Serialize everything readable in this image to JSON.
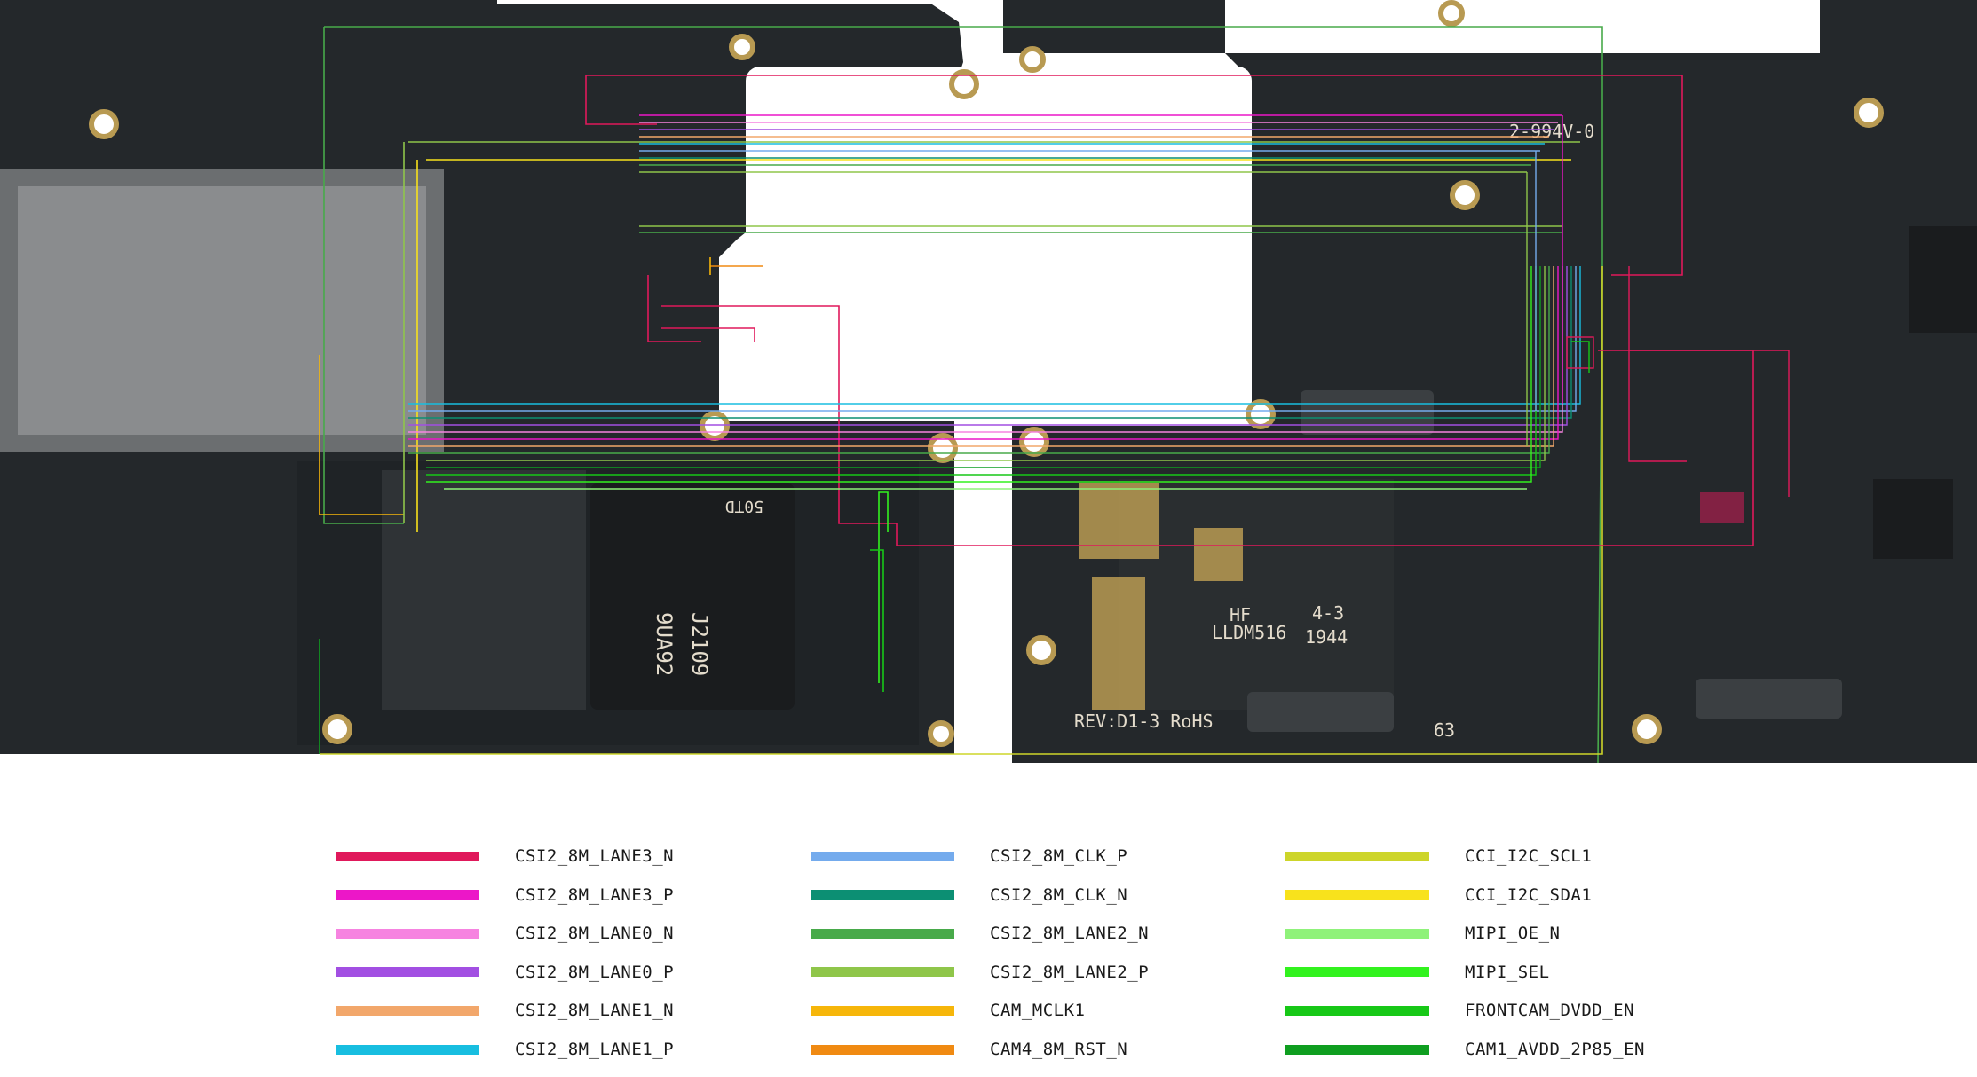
{
  "board": {
    "silkscreen": {
      "model": "LLDM516",
      "date": "1944",
      "rev": "REV:D1-3 RoHS",
      "code1": "HF",
      "code2": "4-3",
      "pcb_id": "2-994V-0",
      "page_num": "63",
      "chip_marking_1": "9UA92",
      "chip_marking_2": "J2109",
      "chip_top": "50TD"
    },
    "colors": {
      "pcb": "#24282b",
      "cutout": "#ffffff",
      "gold": "#b89a52",
      "silver": "#c9cdd0"
    }
  },
  "legend": {
    "items": [
      {
        "label": "CSI2_8M_LANE3_N",
        "color": "#e0195b"
      },
      {
        "label": "CSI2_8M_LANE3_P",
        "color": "#ec17c8"
      },
      {
        "label": "CSI2_8M_LANE0_N",
        "color": "#f683e0"
      },
      {
        "label": "CSI2_8M_LANE0_P",
        "color": "#a24fe2"
      },
      {
        "label": "CSI2_8M_LANE1_N",
        "color": "#f2a76b"
      },
      {
        "label": "CSI2_8M_LANE1_P",
        "color": "#18bee0"
      },
      {
        "label": "CSI2_8M_CLK_P",
        "color": "#74abed"
      },
      {
        "label": "CSI2_8M_CLK_N",
        "color": "#0c8f73"
      },
      {
        "label": "CSI2_8M_LANE2_N",
        "color": "#48aa4a"
      },
      {
        "label": "CSI2_8M_LANE2_P",
        "color": "#8fc64a"
      },
      {
        "label": "CAM_MCLK1",
        "color": "#f6b60a"
      },
      {
        "label": "CAM4_8M_RST_N",
        "color": "#f08a12"
      },
      {
        "label": "CCI_I2C_SCL1",
        "color": "#cdd52a"
      },
      {
        "label": "CCI_I2C_SDA1",
        "color": "#f8e21c"
      },
      {
        "label": "MIPI_OE_N",
        "color": "#8ff27a"
      },
      {
        "label": "MIPI_SEL",
        "color": "#32f21e"
      },
      {
        "label": "FRONTCAM_DVDD_EN",
        "color": "#17c817"
      },
      {
        "label": "CAM1_AVDD_2P85_EN",
        "color": "#0f9e20"
      }
    ]
  }
}
